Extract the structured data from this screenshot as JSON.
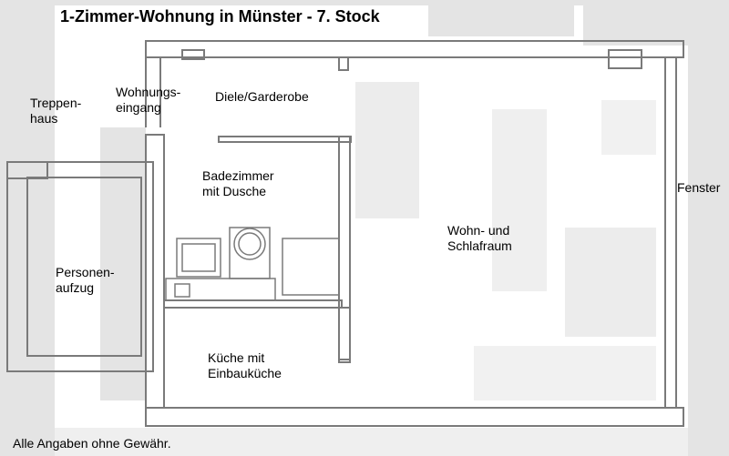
{
  "title": "1-Zimmer-Wohnung in Münster - 7. Stock",
  "rooms": {
    "stairs": [
      "Treppen-",
      "haus"
    ],
    "entrance": [
      "Wohnungs-",
      "eingang"
    ],
    "hall": "Diele/Garderobe",
    "bathroom": [
      "Badezimmer",
      "mit Dusche"
    ],
    "elevator": [
      "Personen-",
      "aufzug"
    ],
    "kitchen": [
      "Küche mit",
      "Einbauküche"
    ],
    "living": [
      "Wohn- und",
      "Schlafraum"
    ],
    "window": "Fenster"
  },
  "disclaimer": "Alle Angaben ohne Gewähr.",
  "colors": {
    "background": "#ffffff",
    "shading": "#e4e4e4",
    "wall": "#7a7a7a",
    "text": "#000000"
  }
}
